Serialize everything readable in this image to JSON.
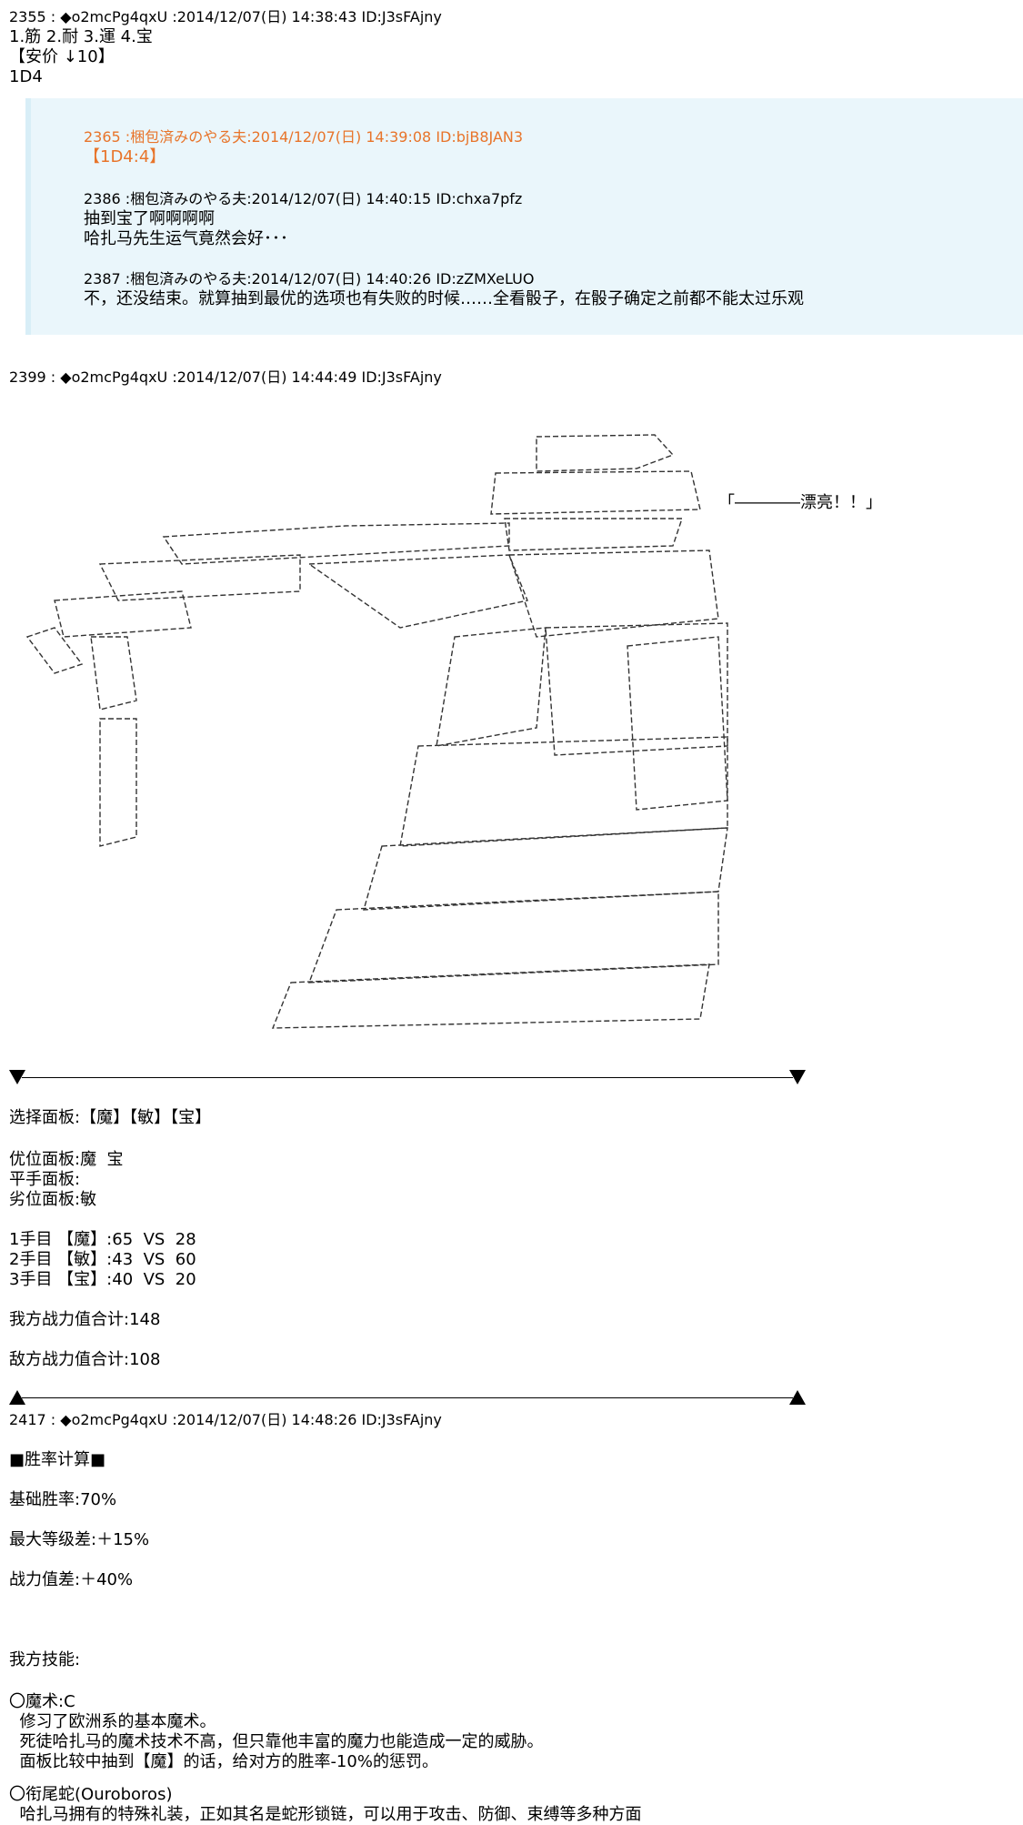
{
  "post_2355": {
    "header": "2355 : ◆o2mcPg4qxU :2014/12/07(日) 14:38:43 ID:J3sFAjny",
    "lines": [
      "1.筋 2.耐 3.運 4.宝",
      "【安价 ↓10】",
      "1D4"
    ]
  },
  "quoted": {
    "q1_header": "2365 :梱包済みのやる夫:2014/12/07(日) 14:39:08 ID:bjB8JAN3",
    "q1_body": "【1D4:4】",
    "q2_header": "2386 :梱包済みのやる夫:2014/12/07(日) 14:40:15 ID:chxa7pfz",
    "q2_line1": "抽到宝了啊啊啊啊",
    "q2_line2": "哈扎马先生运气竟然会好･･･",
    "q3_header": "2387 :梱包済みのやる夫:2014/12/07(日) 14:40:26 ID:zZMXeLUO",
    "q3_body": "不，还没结束。就算抽到最优的选项也有失败的时候……全看骰子，在骰子确定之前都不能太过乐观"
  },
  "post_2399": {
    "header": "2399 : ◆o2mcPg4qxU :2014/12/07(日) 14:44:49 ID:J3sFAjny",
    "speech": "「――――漂亮！！」"
  },
  "panel": {
    "select": "选择面板:【魔】【敏】【宝】",
    "good": "优位面板:魔  宝",
    "even": "平手面板:",
    "bad": "劣位面板:敏",
    "round1": "1手目 【魔】:65  VS  28",
    "round2": "2手目 【敏】:43  VS  60",
    "round3": "3手目 【宝】:40  VS  20",
    "ours": "我方战力值合计:148",
    "theirs": "敌方战力值合计:108"
  },
  "post_2417": {
    "header": "2417 : ◆o2mcPg4qxU :2014/12/07(日) 14:48:26 ID:J3sFAjny",
    "title": "■胜率计算■",
    "base": "基础胜率:70%",
    "level": "最大等级差:＋15%",
    "power": "战力值差:＋40%",
    "skills": "我方技能:",
    "skill1_name": "〇魔术:C",
    "skill1_l1": "  修习了欧洲系的基本魔术。",
    "skill1_l2": "  死徒哈扎马的魔术技术不高，但只靠他丰富的魔力也能造成一定的威胁。",
    "skill1_l3": "  面板比较中抽到【魔】的话，给对方的胜率-10%的惩罚。",
    "skill2_name": "〇衔尾蛇(Ouroboros)",
    "skill2_l1": "  哈扎马拥有的特殊礼装，正如其名是蛇形锁链，可以用于攻击、防御、束缚等多种方面"
  }
}
